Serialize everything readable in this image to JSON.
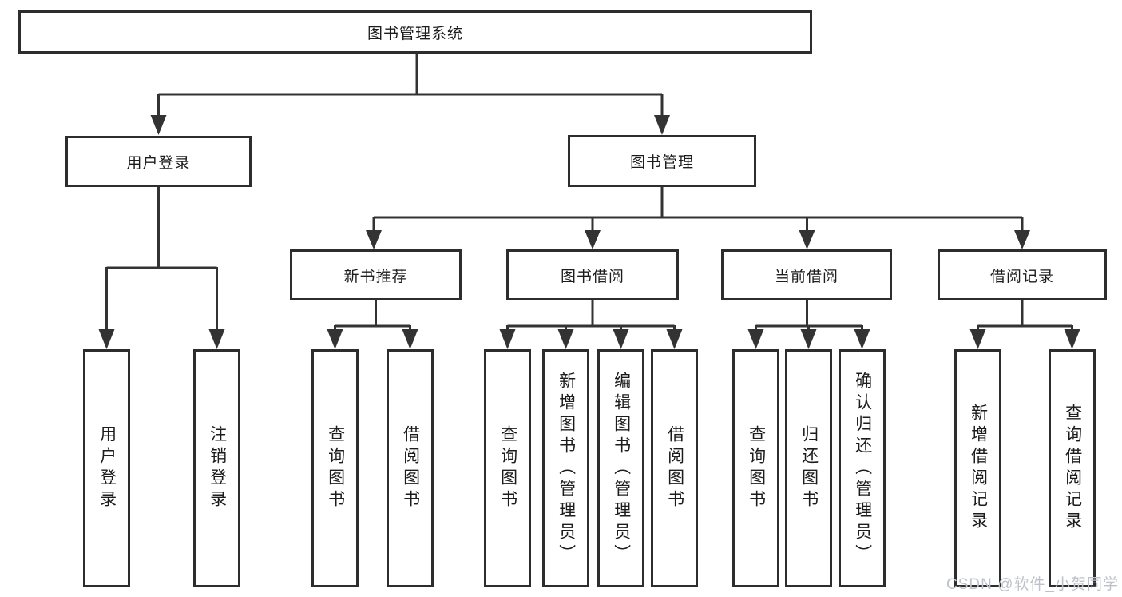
{
  "diagram": {
    "root": {
      "id": "library-system",
      "label": "图书管理系统"
    },
    "level2": [
      {
        "id": "user-login",
        "label": "用户登录",
        "parent": "library-system"
      },
      {
        "id": "book-management",
        "label": "图书管理",
        "parent": "library-system"
      }
    ],
    "level3": [
      {
        "id": "new-book-recommend",
        "label": "新书推荐",
        "parent": "book-management"
      },
      {
        "id": "book-borrow",
        "label": "图书借阅",
        "parent": "book-management"
      },
      {
        "id": "current-borrow",
        "label": "当前借阅",
        "parent": "book-management"
      },
      {
        "id": "borrow-records",
        "label": "借阅记录",
        "parent": "book-management"
      }
    ],
    "leaves": [
      {
        "id": "leaf-user-login",
        "label": "用户登录",
        "parent": "user-login"
      },
      {
        "id": "leaf-logout",
        "label": "注销登录",
        "parent": "user-login"
      },
      {
        "id": "leaf-query-books-recommend",
        "label": "查询图书",
        "parent": "new-book-recommend"
      },
      {
        "id": "leaf-borrow-books-recommend",
        "label": "借阅图书",
        "parent": "new-book-recommend"
      },
      {
        "id": "leaf-query-books-borrow",
        "label": "查询图书",
        "parent": "book-borrow"
      },
      {
        "id": "leaf-add-books-admin",
        "label": "新增图书（管理员）",
        "parent": "book-borrow"
      },
      {
        "id": "leaf-edit-books-admin",
        "label": "编辑图书（管理员）",
        "parent": "book-borrow"
      },
      {
        "id": "leaf-borrow-books",
        "label": "借阅图书",
        "parent": "book-borrow"
      },
      {
        "id": "leaf-query-books-current",
        "label": "查询图书",
        "parent": "current-borrow"
      },
      {
        "id": "leaf-return-books",
        "label": "归还图书",
        "parent": "current-borrow"
      },
      {
        "id": "leaf-confirm-return-admin",
        "label": "确认归还（管理员）",
        "parent": "current-borrow"
      },
      {
        "id": "leaf-add-borrow-record",
        "label": "新增借阅记录",
        "parent": "borrow-records"
      },
      {
        "id": "leaf-query-borrow-record",
        "label": "查询借阅记录",
        "parent": "borrow-records"
      }
    ]
  },
  "watermark": {
    "text": "CSDN @软件_小贺同学"
  },
  "colors": {
    "line": "#333333",
    "box_border": "#2d2d2d",
    "text": "#1c1c1c",
    "background": "#ffffff",
    "watermark": "#bdc1c9"
  }
}
